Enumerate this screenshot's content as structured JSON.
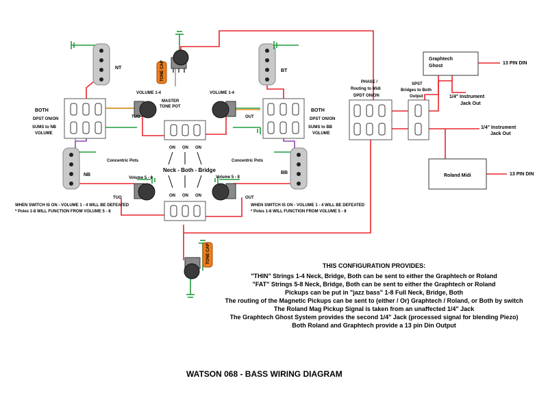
{
  "title": "WATSON 068 - BASS WIRING DIAGRAM",
  "pickups": {
    "nt": "NT",
    "bt": "BT",
    "nb": "NB",
    "bb": "BB",
    "concentric_left": "Concentric Pots",
    "concentric_right": "Concentric Pots"
  },
  "left_top_switch": {
    "name": "BOTH",
    "type": "DPST  ON/ON",
    "sums_line1": "SUMS to NB",
    "sums_line2": "VOLUME"
  },
  "right_top_switch": {
    "name": "BOTH",
    "type": "DPST  ON/ON",
    "sums_line1": "SUMS to  BB",
    "sums_line2": "VOLUME"
  },
  "pots": {
    "vol_left_top": "VOLUME 1-4",
    "vol_right_top": "VOLUME 1-4",
    "master_line1": "MASTER",
    "master_line2": "TONE POT",
    "vol_left_bottom": "Volume 5 - 8",
    "vol_right_bottom": "Volume 5 - 8",
    "tone_cap_top": "TONE CAP",
    "tone_cap_bottom": "TONE CAP"
  },
  "io": {
    "tuo_top": "TUO",
    "out_top": "OUT",
    "tuo_bottom": "TUO",
    "out_bottom": "OUT"
  },
  "selector": {
    "on_labels": [
      "ON",
      "ON",
      "ON"
    ],
    "caption": "Neck  -  Both  -  Bridge",
    "on_labels_bottom": [
      "ON",
      "ON",
      "ON"
    ]
  },
  "notes": {
    "left_line1": "WHEN SWITCH IS ON - VOLUME 1 - 4 WILL BE DEFEATED",
    "left_line2": "* Poles 1-8 WILL FUNCTION FROM VOLUME 5 - 8",
    "right_line1": "WHEN SWITCH IS ON - VOLUME 1 - 4 WILL BE DEFEATED",
    "right_line2": "* Poles 1-8 WILL FUNCTION FROM VOLUME 5 - 8"
  },
  "routing": {
    "phase_line1": "PHASE /",
    "phase_line2": "Routing to Midi",
    "phase_line3": "DPDT  ON/ON",
    "spst_line1": "SPST",
    "spst_line2": "Bridges to Both",
    "spst_line3": "Output",
    "graphtech_line1": "Graphtech",
    "graphtech_line2": "Ghost",
    "roland": "Roland Midi",
    "din_top": "13 PIN DIN",
    "din_bottom": "13 PIN DIN",
    "jack1_line1": "1/4\" Instrument",
    "jack1_line2": "Jack Out",
    "jack2_line1": "1/4\" Instrument",
    "jack2_line2": "Jack Out"
  },
  "description": {
    "heading": "THIS CONFIGURATION PROVIDES:",
    "lines": [
      "\"THIN\" Strings 1-4 Neck, Bridge, Both can be sent to either the Graphtech or Roland",
      "\"FAT\" Strings 5-8 Neck, Bridge, Both can be sent to either the Graphtech or Roland",
      "Pickups can be put in \"jazz bass\" 1-8 Full Neck, Bridge, Both",
      "The routing of the Magnetic Pickups can be sent to (either / Or)  Graphtech / Roland, or Both by switch",
      "The Roland Mag Pickup Signal is taken from an unaffected 1/4\" Jack",
      "The Graphtech Ghost System provides the second 1/4\" Jack (processed signal for blending Piezo)",
      "Both Roland and Graphtech provide a 13 pin Din Output"
    ]
  },
  "colors": {
    "wire_red": "#e8232a",
    "wire_green": "#1e9b3a",
    "wire_orange": "#f28c1e",
    "wire_purple": "#8e44ad",
    "wire_blue": "#2f8fd8",
    "wire_grey": "#9a9a9a",
    "cap_orange": "#f07d1a",
    "pot_dark": "#3a3a3a"
  }
}
